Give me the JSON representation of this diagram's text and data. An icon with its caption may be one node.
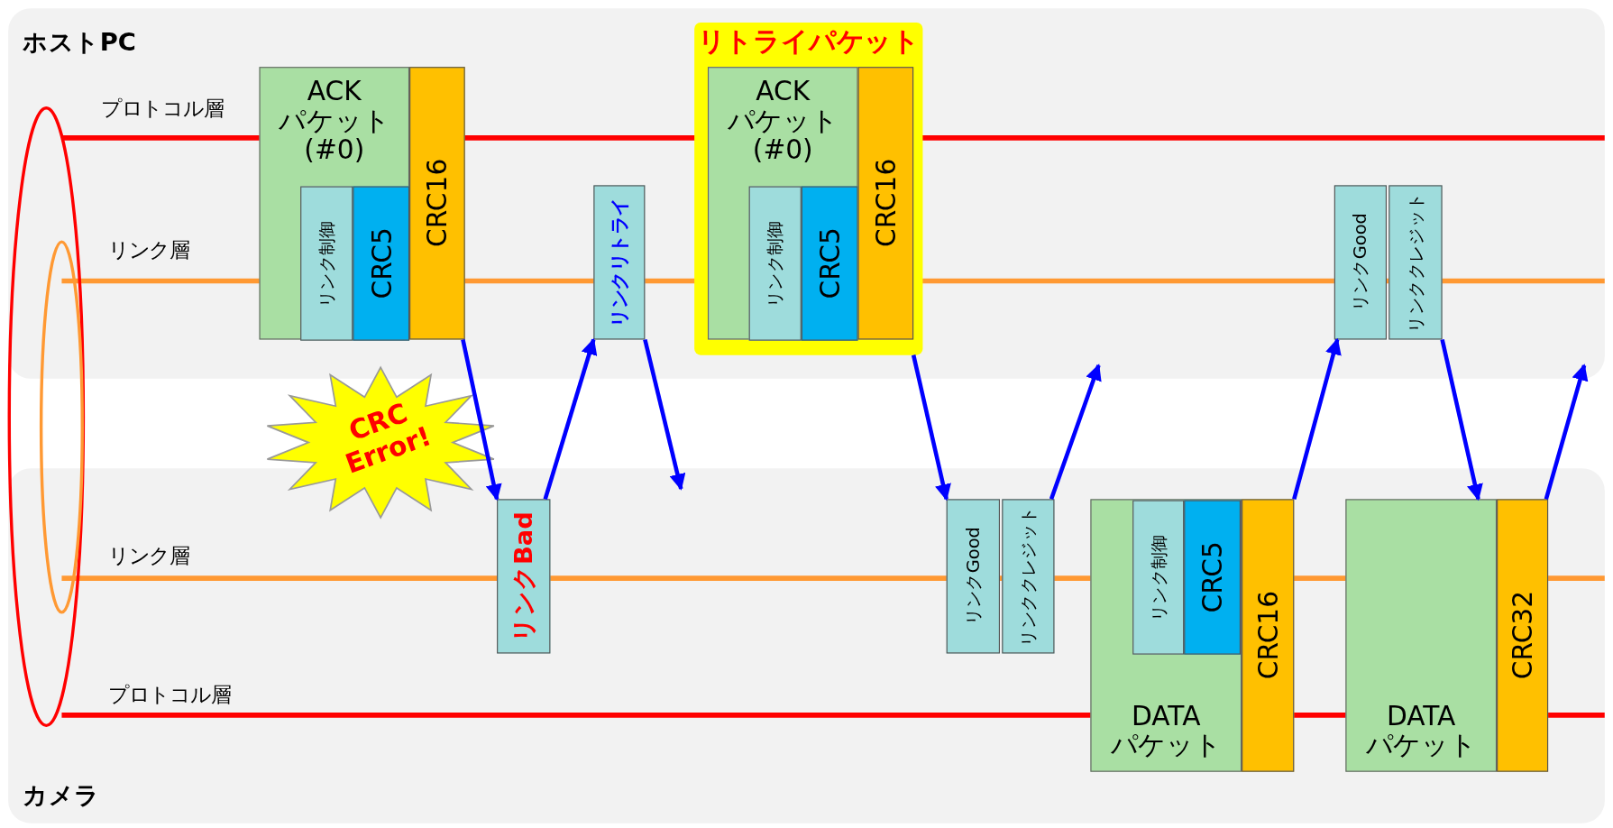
{
  "diagram": {
    "nodes": [
      {
        "text": [
          "ホストPC"
        ]
      },
      {
        "text": [
          "ACK パケット (#0)"
        ],
        "in": 0
      },
      {
        "text": [
          "リンク制御"
        ],
        "in": 1
      },
      {
        "text": [
          "CRC5"
        ],
        "in": 1
      },
      {
        "text": [
          "CRC16"
        ],
        "in": 0
      },
      {
        "text": [
          "リンクリトライ"
        ],
        "in": 0
      },
      {
        "text": [
          "リトライパケット"
        ],
        "in": 0
      },
      {
        "text": [
          "ACK パケット (#0)"
        ],
        "in": 6
      },
      {
        "text": [
          "リンク制御"
        ],
        "in": 7
      },
      {
        "text": [
          "CRC5"
        ],
        "in": 7
      },
      {
        "text": [
          "CRC16"
        ],
        "in": 6
      },
      {
        "text": [
          "リンクGood"
        ],
        "in": 0
      },
      {
        "text": [
          "リンククレジット"
        ],
        "in": 0
      },
      {
        "text": [
          "カメラ"
        ]
      },
      {
        "text": [
          "リンクBad"
        ],
        "in": 13
      },
      {
        "text": [
          "リンクGood"
        ],
        "in": 13
      },
      {
        "text": [
          "リンククレジット"
        ],
        "in": 13
      },
      {
        "text": [
          "DATA パケット"
        ],
        "in": 13
      },
      {
        "text": [
          "リンク制御"
        ],
        "in": 17
      },
      {
        "text": [
          "CRC5"
        ],
        "in": 17
      },
      {
        "text": [
          "CRC16"
        ],
        "in": 13
      },
      {
        "text": [
          "DATA パケット"
        ],
        "in": 13
      },
      {
        "text": [
          "CRC32"
        ],
        "in": 13
      },
      {
        "text": [
          "CRC Error!"
        ]
      }
    ],
    "edges": [
      {
        "from": 4,
        "to": 14,
        "arrow": "to"
      },
      {
        "from": 14,
        "to": 5,
        "arrow": "to"
      },
      {
        "from": 5,
        "to": 13,
        "arrow": "to"
      },
      {
        "from": 6,
        "to": 15,
        "arrow": "to"
      },
      {
        "from": 16,
        "to": 0,
        "arrow": "to"
      },
      {
        "from": 20,
        "to": 11,
        "arrow": "to"
      },
      {
        "from": 12,
        "to": 21,
        "arrow": "to"
      },
      {
        "from": 22,
        "to": 0,
        "arrow": "to"
      }
    ],
    "labels": [
      "プロトコル層",
      "リンク層",
      "リンク層",
      "プロトコル層"
    ]
  }
}
